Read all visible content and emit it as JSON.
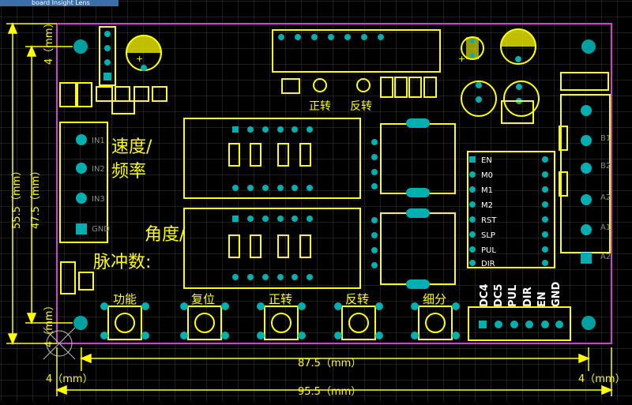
{
  "window": {
    "title_fragment": "board Insight Lens"
  },
  "colors": {
    "background": "#000000",
    "grid": "#3a3a3a",
    "board_outline": "#d040d0",
    "silkscreen": "#ffff00",
    "pad": "#00b0b0",
    "via": "#c0c0c0",
    "mounting_hole": "#00a0a0"
  },
  "dimensions": {
    "width_inner": "87.5（mm）",
    "width_outer": "95.5（mm）",
    "height_outer": "55.5（mm）",
    "height_inner": "47.5（mm）",
    "margin_top": "4（mm）",
    "margin_left": "4（mm）",
    "margin_right": "4（mm）",
    "margin_bottom_left": "4（mm）"
  },
  "labels": {
    "speed": "速度/",
    "frequency": "频率",
    "angle": "角度/",
    "pulses": "脉冲数:",
    "forward_top": "正转",
    "reverse_top": "反转",
    "btn_function": "功能",
    "btn_reset": "复位",
    "btn_forward": "正转",
    "btn_reverse": "反转",
    "btn_subdivide": "细分"
  },
  "left_connector": [
    "IN1",
    "IN2",
    "IN3",
    "GND"
  ],
  "driver_pins": [
    "EN",
    "M0",
    "M1",
    "M2",
    "RST",
    "SLP",
    "PUL",
    "DIR"
  ],
  "bottom_header": [
    "DC4",
    "DC5",
    "PUL",
    "DIR",
    "EN",
    "GND"
  ],
  "right_connector_top": [
    "B1",
    "B2"
  ],
  "right_connector_bottom": [
    "A2",
    "A1",
    "A2"
  ],
  "icons": [
    "mounting-hole-icon",
    "electrolytic-capacitor-icon",
    "tactile-switch-icon",
    "origin-marker-icon"
  ]
}
